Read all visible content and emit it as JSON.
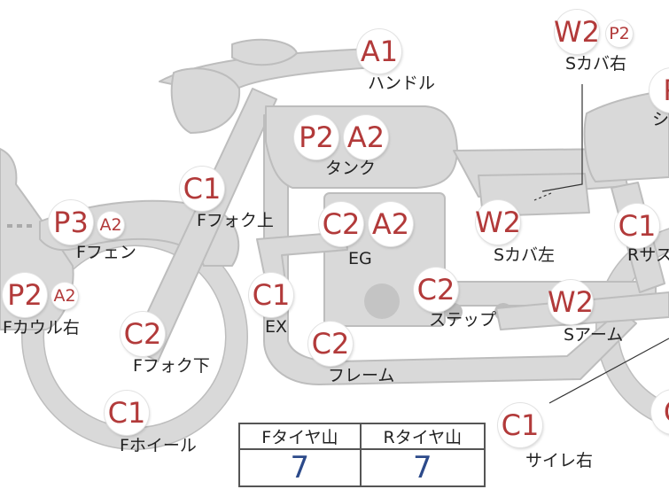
{
  "colors": {
    "badge_text": "#b23a3a",
    "frame_gray": "#d9d9d9",
    "frame_outline": "#bdbdbd",
    "tire_value": "#2c4a8a"
  },
  "badges": {
    "handle_a1": "A1",
    "side_cover_right_w2": "W2",
    "side_cover_right_p2": "P2",
    "seat_p": "P",
    "tank_p2": "P2",
    "tank_a2": "A2",
    "fork_upper_c1": "C1",
    "engine_c2": "C2",
    "engine_a2": "A2",
    "side_cover_left_w2": "W2",
    "rear_susp_c1": "C1",
    "fender_p3": "P3",
    "fender_a2": "A2",
    "exhaust_c1": "C1",
    "step_c2": "C2",
    "cowl_p2": "P2",
    "cowl_a2": "A2",
    "swingarm_w2": "W2",
    "fork_lower_c2": "C2",
    "frame_c2": "C2",
    "wheel_c1": "C1",
    "silencer_c1": "C1",
    "rear_wheel_c": "C"
  },
  "labels": {
    "handle": "ハンドル",
    "side_cover_right": "Sカバ右",
    "seat": "シ",
    "tank": "タンク",
    "fork_upper": "Fフォク上",
    "engine": "EG",
    "side_cover_left": "Sカバ左",
    "rear_susp": "Rサス",
    "fender": "Fフェン",
    "exhaust": "EX",
    "step": "ステップ",
    "cowl_right": "Fカウル右",
    "swingarm": "Sアーム",
    "fork_lower": "Fフォク下",
    "frame": "フレーム",
    "front_wheel": "Fホイール",
    "silencer_right": "サイレ右"
  },
  "tire_table": {
    "front_header": "Fタイヤ山",
    "rear_header": "Rタイヤ山",
    "front_value": "7",
    "rear_value": "7"
  }
}
